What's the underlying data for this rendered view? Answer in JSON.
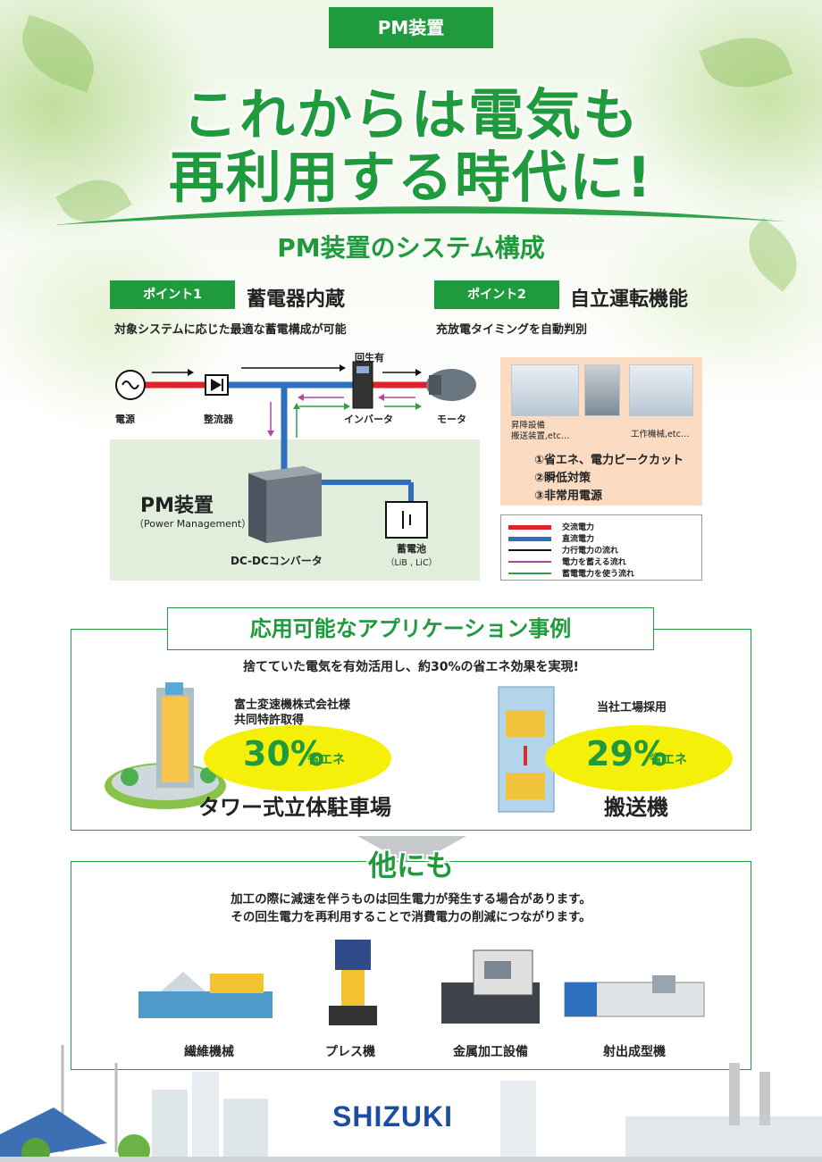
{
  "header": {
    "tag": "PM装置",
    "headline_line1": "これからは電気も",
    "headline_line2": "再利用する時代に!"
  },
  "system": {
    "title": "PM装置のシステム構成",
    "point1": {
      "tag": "ポイント1",
      "title": "蓄電器内蔵",
      "desc": "対象システムに応じた最適な蓄電構成が可能"
    },
    "point2": {
      "tag": "ポイント2",
      "title": "自立運転機能",
      "desc": "充放電タイミングを自動判別"
    },
    "diagram": {
      "power_source": "電源",
      "rectifier": "整流器",
      "regen": "回生有",
      "inverter": "インバータ",
      "motor": "モータ",
      "pm_label": "PM装置",
      "pm_sub": "（Power Management）",
      "dcdc": "DC-DCコンバータ",
      "battery": "蓄電池",
      "battery_sub": "（LiB , LiC）"
    },
    "applications": {
      "cap1": "昇降設備",
      "cap1b": "搬送装置,etc…",
      "cap2": "工作機械,etc…",
      "benefits": [
        "①省エネ、電力ピークカット",
        "②瞬低対策",
        "③非常用電源"
      ]
    },
    "legend": [
      {
        "label": "交流電力",
        "color": "#e0202a"
      },
      {
        "label": "直流電力",
        "color": "#2f6fc0"
      },
      {
        "label": "力行電力の流れ",
        "color": "#111111"
      },
      {
        "label": "電力を蓄える流れ",
        "color": "#b0479a"
      },
      {
        "label": "蓄電電力を使う流れ",
        "color": "#2ea043"
      }
    ]
  },
  "cases": {
    "title": "応用可能なアプリケーション事例",
    "lead": "捨てていた電気を有効活用し、約30%の省エネ効果を実現!",
    "case1": {
      "note1": "富士変速機株式会社様",
      "note2": "共同特許取得",
      "pct": "30%",
      "pct_sub": "省エネ",
      "name": "タワー式立体駐車場"
    },
    "case2": {
      "note1": "当社工場採用",
      "pct": "29%",
      "pct_sub": "省エネ",
      "name": "搬送機"
    }
  },
  "others": {
    "title": "他にも",
    "desc1": "加工の際に減速を伴うものは回生電力が発生する場合があります。",
    "desc2": "その回生電力を再利用することで消費電力の削減につながります。",
    "machines": [
      "繊維機械",
      "プレス機",
      "金属加工設備",
      "射出成型機"
    ]
  },
  "footer": {
    "logo": "SHIZUKI"
  },
  "colors": {
    "brand_green": "#1f9a3c",
    "accent_yellow": "#f4f00a",
    "logo_blue": "#1b4ea0"
  }
}
